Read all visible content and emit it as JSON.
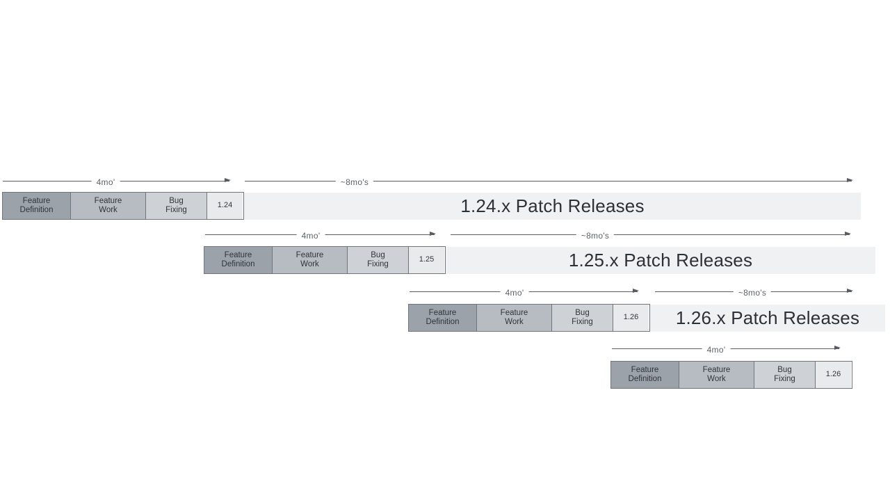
{
  "colors": {
    "phase_definition_bg": "#9ba2aa",
    "phase_work_bg": "#b7bcc2",
    "bug_fixing_bg": "#ced2d6",
    "version_box_bg": "#e8eaec",
    "patch_bar_bg": "#f0f1f3",
    "box_border": "#70757b",
    "arrow": "#585d63",
    "duration_label_text": "#5d6268",
    "box_text": "#30343a",
    "patch_label_text": "#2c3137"
  },
  "rows": [
    {
      "version": "1.24",
      "dev_duration_label": "4mo'",
      "patch_duration_label": "~8mo's",
      "phases": [
        "Feature\nDefinition",
        "Feature\nWork",
        "Bug\nFixing"
      ],
      "patch_bar_label": "1.24.x Patch Releases"
    },
    {
      "version": "1.25",
      "dev_duration_label": "4mo'",
      "patch_duration_label": "~8mo's",
      "phases": [
        "Feature\nDefinition",
        "Feature\nWork",
        "Bug\nFixing"
      ],
      "patch_bar_label": "1.25.x Patch Releases"
    },
    {
      "version": "1.26",
      "dev_duration_label": "4mo'",
      "patch_duration_label": "~8mo's",
      "phases": [
        "Feature\nDefinition",
        "Feature\nWork",
        "Bug\nFixing"
      ],
      "patch_bar_label": "1.26.x Patch Releases"
    },
    {
      "version": "1.26",
      "dev_duration_label": "4mo'",
      "phases": [
        "Feature\nDefinition",
        "Feature\nWork",
        "Bug\nFixing"
      ]
    }
  ]
}
